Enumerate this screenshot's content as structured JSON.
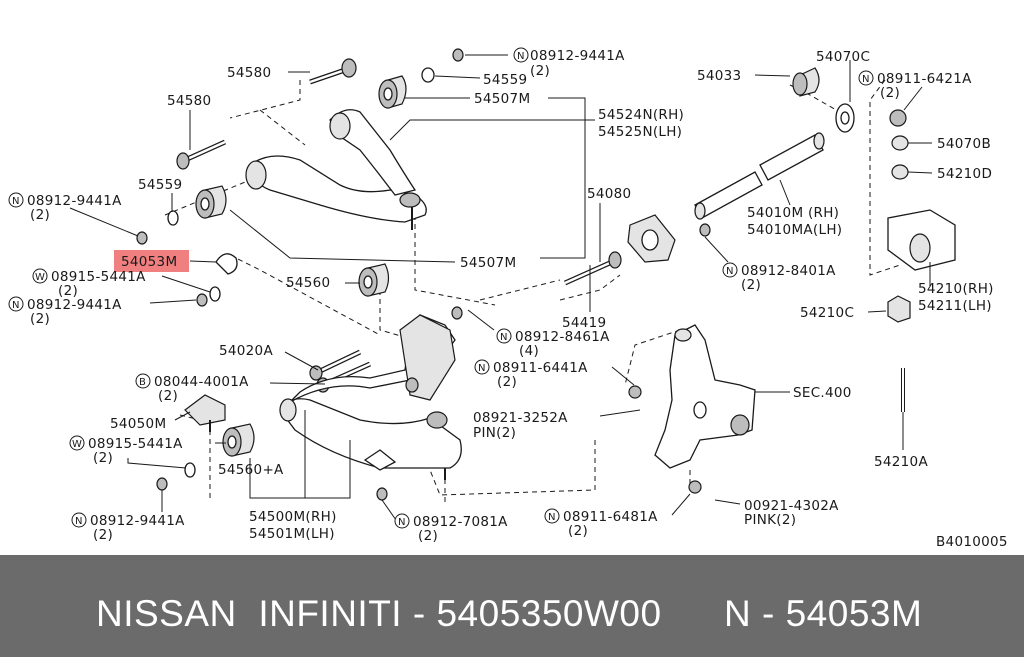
{
  "colors": {
    "highlight": "#f08080",
    "footer_bg": "#6b6b6b",
    "footer_text": "#ffffff"
  },
  "diagram": {
    "code": "B4010005",
    "labels": {
      "p54580_top": "54580",
      "n08912_9441a_top": "08912-9441A",
      "n08912_9441a_top_qty": "(2)",
      "p54559_top": "54559",
      "p54507m_top": "54507M",
      "p54524n": "54524N(RH)",
      "p54525n": "54525N(LH)",
      "p54580_left": "54580",
      "p54559_left": "54559",
      "n08912_9441a_left": "08912-9441A",
      "n08912_9441a_left_qty": "(2)",
      "p54053m": "54053M",
      "w08915_5441a": "08915-5441A",
      "w08915_5441a_qty": "(2)",
      "n08912_9441a_mid": "08912-9441A",
      "n08912_9441a_mid_qty": "(2)",
      "p54560": "54560",
      "p54507m_bottom": "54507M",
      "p54033": "54033",
      "p54070c": "54070C",
      "n08911_6421a": "08911-6421A",
      "n08911_6421a_qty": "(2)",
      "p54070b": "54070B",
      "p54210d": "54210D",
      "p54080": "54080",
      "p54010m": "54010M (RH)",
      "p54010ma": "54010MA(LH)",
      "n08912_8401a": "08912-8401A",
      "n08912_8401a_qty": "(2)",
      "p54210": "54210(RH)",
      "p54211": "54211(LH)",
      "p54210c": "54210C",
      "p54419": "54419",
      "n08912_8461a": "08912-8461A",
      "n08912_8461a_qty": "(4)",
      "p54020a": "54020A",
      "b08044_4001a": "08044-4001A",
      "b08044_4001a_qty": "(2)",
      "n08911_6441a": "08911-6441A",
      "n08911_6441a_qty": "(2)",
      "sec400": "SEC.400",
      "p54050m": "54050M",
      "pin_08921": "08921-3252A",
      "pin_08921_color": "PIN(2)",
      "w08915_5441a_b": "08915-5441A",
      "w08915_5441a_b_qty": "(2)",
      "p54560a": "54560+A",
      "p54210a": "54210A",
      "n08912_9441a_bot": "08912-9441A",
      "n08912_9441a_bot_qty": "(2)",
      "p54500m": "54500M(RH)",
      "p54501m": "54501M(LH)",
      "n08912_7081a": "08912-7081A",
      "n08912_7081a_qty": "(2)",
      "n08911_6481a": "08911-6481A",
      "n08911_6481a_qty": "(2)",
      "pin_00921": "00921-4302A",
      "pin_00921_color": "PINK(2)"
    },
    "symbols": {
      "n": "N",
      "w": "W",
      "b": "B"
    }
  },
  "footer": {
    "part_number_text": "NISSAN  INFINITI - 5405350W00",
    "reference_text": "N - 54053M"
  }
}
